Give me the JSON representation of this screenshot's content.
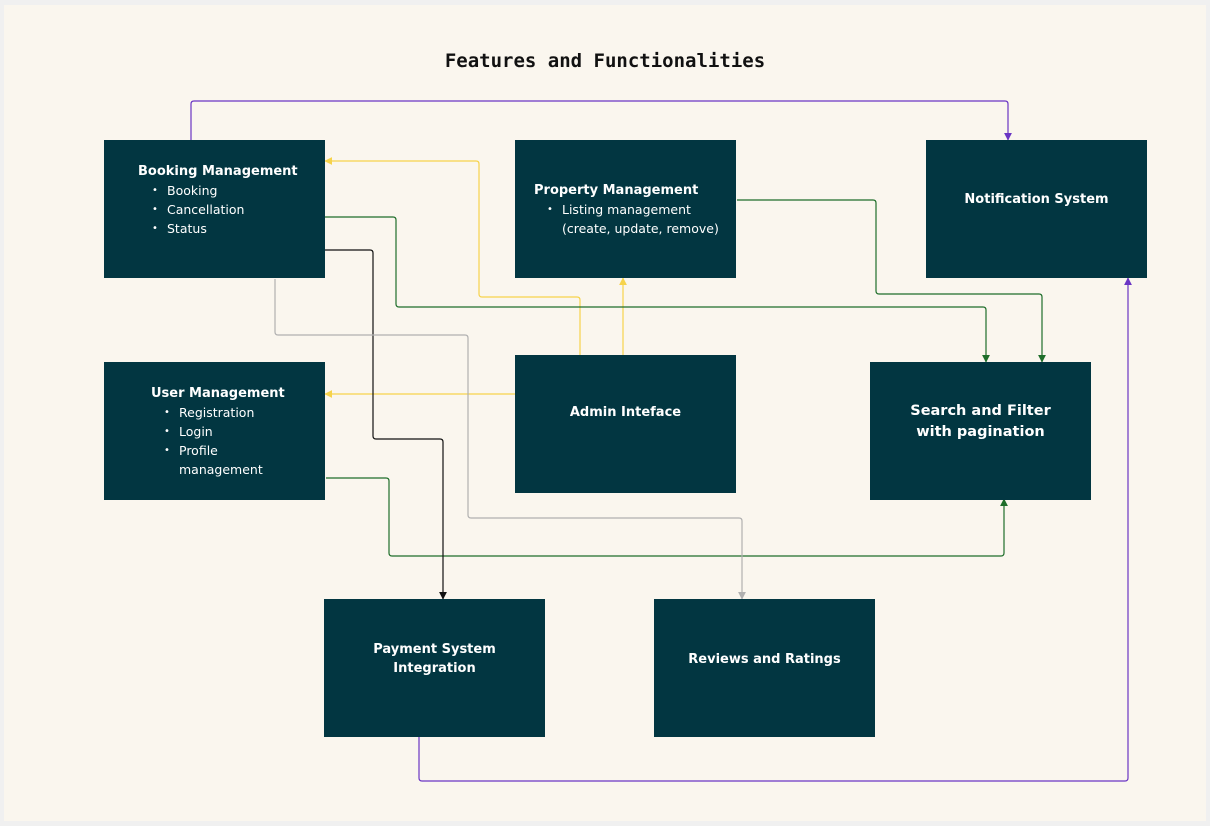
{
  "title": "Features and Functionalities",
  "colors": {
    "background": "#faf6ee",
    "node_fill": "#023641",
    "node_text": "#ffffff",
    "purple": "#6a35c4",
    "yellow": "#f6d34b",
    "green": "#1e6e2a",
    "black": "#111111",
    "gray": "#b0b0b0"
  },
  "nodes": {
    "booking": {
      "label": "Booking Management",
      "items": [
        "Booking",
        "Cancellation",
        "Status"
      ]
    },
    "property": {
      "label": "Property Management",
      "items": [
        "Listing management (create, update, remove)"
      ]
    },
    "notification": {
      "label": "Notification System"
    },
    "user": {
      "label": "User Management",
      "items": [
        "Registration",
        "Login",
        "Profile management"
      ]
    },
    "admin": {
      "label": "Admin Inteface"
    },
    "search": {
      "label_line1": "Search and Filter",
      "label_line2": "with pagination"
    },
    "payment": {
      "label_line1": "Payment System",
      "label_line2": "Integration"
    },
    "reviews": {
      "label": "Reviews and Ratings"
    }
  },
  "edges": [
    {
      "from": "Booking Management",
      "to": "Notification System",
      "color": "purple"
    },
    {
      "from": "Payment System Integration",
      "to": "Notification System",
      "color": "purple"
    },
    {
      "from": "Admin Inteface",
      "to": "Booking Management",
      "color": "yellow"
    },
    {
      "from": "Admin Inteface",
      "to": "Property Management",
      "color": "yellow"
    },
    {
      "from": "Admin Inteface",
      "to": "User Management",
      "color": "yellow"
    },
    {
      "from": "Booking Management",
      "to": "Search and Filter with pagination",
      "color": "green"
    },
    {
      "from": "Property Management",
      "to": "Search and Filter with pagination",
      "color": "green"
    },
    {
      "from": "User Management",
      "to": "Search and Filter with pagination",
      "color": "green"
    },
    {
      "from": "Booking Management",
      "to": "Payment System Integration",
      "color": "black"
    },
    {
      "from": "Booking Management",
      "to": "Reviews and Ratings",
      "color": "gray"
    }
  ]
}
